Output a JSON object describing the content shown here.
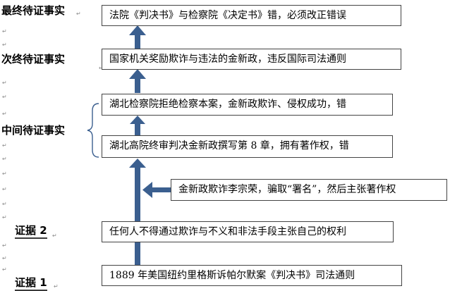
{
  "labels": {
    "final": "最终待证事实",
    "secondary": "次终待证事实",
    "intermediate": "中间待证事实",
    "evidence2": "证据 2",
    "evidence1": "证据 1"
  },
  "boxes": {
    "b1": "法院《判决书》与检察院《决定书》错，必须改正错误",
    "b2": "国家机关奖励欺诈与违法的金新政，违反国际司法通则",
    "b3": "湖北检察院拒绝检察本案，金新政欺诈、侵权成功，错",
    "b4": "湖北高院终审判决金新政撰写第 8 章，拥有著作权，错",
    "side": "金新政欺诈李宗荣，骗取“署名”，然后主张著作权",
    "b5": "任何人不得通过欺诈与不义和非法手段主张自己的权利",
    "b6": "1889 年美国纽约里格斯诉帕尔默案《判决书》司法通则"
  },
  "paragraph_mark": "↵",
  "colors": {
    "arrow": "#3b5f8f",
    "box_border": "#444444"
  }
}
